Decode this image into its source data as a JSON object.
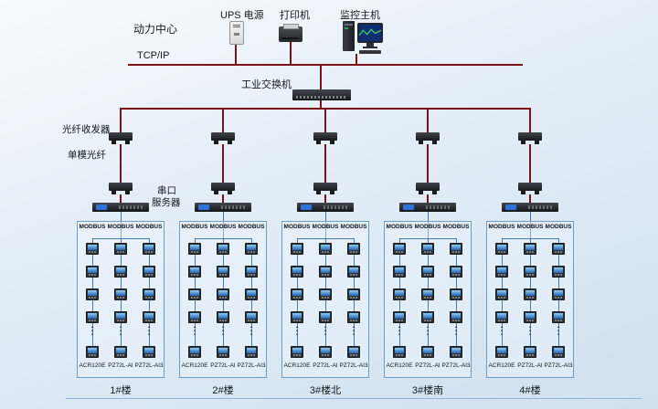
{
  "diagram": {
    "area_label": "动力中心",
    "network_bus_label": "TCP/IP",
    "switch_label": "工业交换机",
    "fiber_transceiver_label": "光纤收发器",
    "fiber_link_label": "单模光纤",
    "serial_server_label": [
      "串口",
      "服务器"
    ],
    "ellipsis": "⋮"
  },
  "control_room_devices": [
    {
      "id": "ups",
      "label": "UPS 电源"
    },
    {
      "id": "printer",
      "label": "打印机"
    },
    {
      "id": "host",
      "label": "监控主机"
    }
  ],
  "groups": [
    {
      "building": "1#楼",
      "columns": [
        {
          "bus_label": "MODBUS",
          "model": "ACR120E"
        },
        {
          "bus_label": "MODBUS",
          "model": "PZ72L-AI"
        },
        {
          "bus_label": "MODBUS",
          "model": "PZ72L-AI3"
        }
      ]
    },
    {
      "building": "2#楼",
      "columns": [
        {
          "bus_label": "MODBUS",
          "model": "ACR120E"
        },
        {
          "bus_label": "MODBUS",
          "model": "PZ72L-AI"
        },
        {
          "bus_label": "MODBUS",
          "model": "PZ72L-AI3"
        }
      ]
    },
    {
      "building": "3#楼北",
      "columns": [
        {
          "bus_label": "MODBUS",
          "model": "ACR120E"
        },
        {
          "bus_label": "MODBUS",
          "model": "PZ72L-AI"
        },
        {
          "bus_label": "MODBUS",
          "model": "PZ72L-AI3"
        }
      ]
    },
    {
      "building": "3#楼南",
      "columns": [
        {
          "bus_label": "MODBUS",
          "model": "ACR120E"
        },
        {
          "bus_label": "MODBUS",
          "model": "PZ72L-AI"
        },
        {
          "bus_label": "MODBUS",
          "model": "PZ72L-AI3"
        }
      ]
    },
    {
      "building": "4#楼",
      "columns": [
        {
          "bus_label": "MODBUS",
          "model": "ACR120E"
        },
        {
          "bus_label": "MODBUS",
          "model": "PZ72L-AI"
        },
        {
          "bus_label": "MODBUS",
          "model": "PZ72L-AI3"
        }
      ]
    }
  ],
  "colors": {
    "background_top": "#f7fbfe",
    "background_bottom": "#cfe0ef",
    "network_line": "#7c1217",
    "modbus_line": "#4a7aa8",
    "box_border": "#6e9cc4",
    "meter_screen": "#2463b0"
  }
}
